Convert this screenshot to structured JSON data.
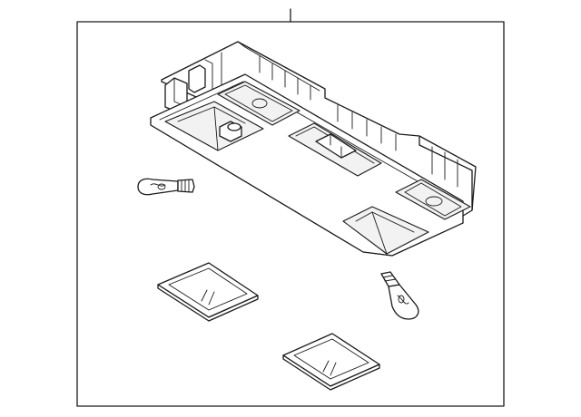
{
  "diagram": {
    "kind": "exploded parts diagram",
    "line_color": "#1a1a1a",
    "background": "#ffffff",
    "parts": [
      {
        "id": "dome-lamp-assembly",
        "label": ""
      },
      {
        "id": "bulb-left",
        "label": ""
      },
      {
        "id": "bulb-right",
        "label": ""
      },
      {
        "id": "lens-upper",
        "label": ""
      },
      {
        "id": "lens-lower",
        "label": ""
      }
    ]
  }
}
